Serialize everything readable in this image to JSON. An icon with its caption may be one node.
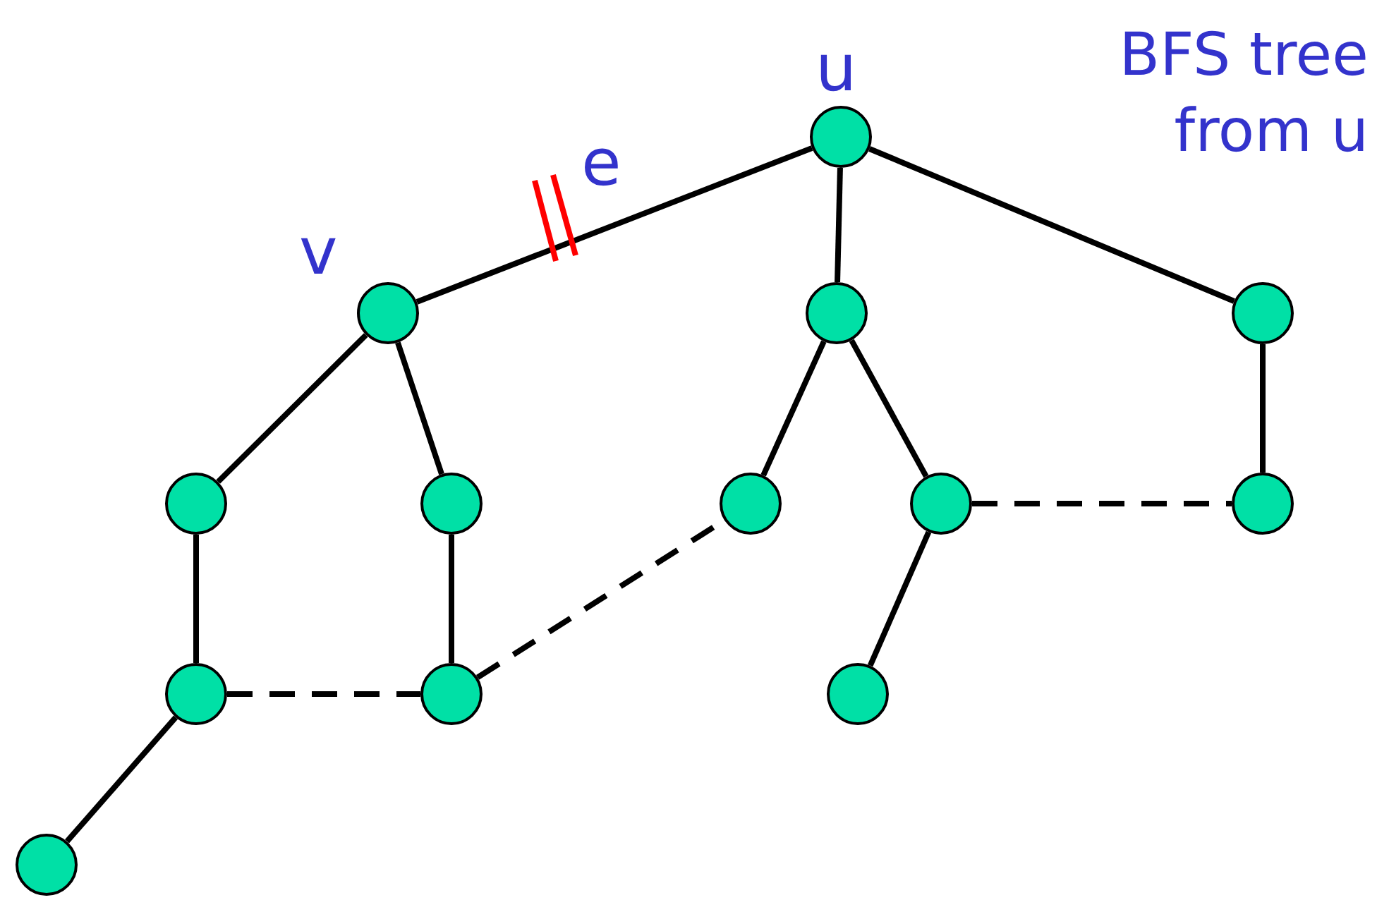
{
  "diagram": {
    "nodes": [
      {
        "text": [],
        "shape": "circle",
        "beside": [
          "u"
        ]
      },
      {
        "text": [],
        "shape": "circle",
        "beside": [
          "v"
        ]
      },
      {
        "text": [],
        "shape": "circle"
      },
      {
        "text": [],
        "shape": "circle"
      },
      {
        "text": [],
        "shape": "circle"
      },
      {
        "text": [],
        "shape": "circle"
      },
      {
        "text": [],
        "shape": "circle"
      },
      {
        "text": [],
        "shape": "circle"
      },
      {
        "text": [],
        "shape": "circle"
      },
      {
        "text": [],
        "shape": "circle"
      },
      {
        "text": [],
        "shape": "circle"
      },
      {
        "text": [],
        "shape": "circle"
      },
      {
        "text": [],
        "shape": "circle"
      }
    ],
    "edges": [
      {
        "from": 1,
        "to": 0,
        "arrow": "none",
        "label": "e"
      },
      {
        "from": 0,
        "to": 2,
        "arrow": "none"
      },
      {
        "from": 0,
        "to": 3,
        "arrow": "none"
      },
      {
        "from": 1,
        "to": 4,
        "arrow": "none"
      },
      {
        "from": 1,
        "to": 5,
        "arrow": "none"
      },
      {
        "from": 2,
        "to": 6,
        "arrow": "none"
      },
      {
        "from": 2,
        "to": 7,
        "arrow": "none"
      },
      {
        "from": 3,
        "to": 8,
        "arrow": "none"
      },
      {
        "from": 4,
        "to": 9,
        "arrow": "none"
      },
      {
        "from": 5,
        "to": 10,
        "arrow": "none"
      },
      {
        "from": 7,
        "to": 11,
        "arrow": "none"
      },
      {
        "from": 9,
        "to": 12,
        "arrow": "none"
      },
      {
        "from": 9,
        "to": 10,
        "arrow": "none",
        "style": "dashed"
      },
      {
        "from": 10,
        "to": 6,
        "arrow": "none",
        "style": "dashed"
      },
      {
        "from": 7,
        "to": 8,
        "arrow": "none",
        "style": "dashed"
      }
    ],
    "labels": [
      "BFS tree from u"
    ]
  }
}
